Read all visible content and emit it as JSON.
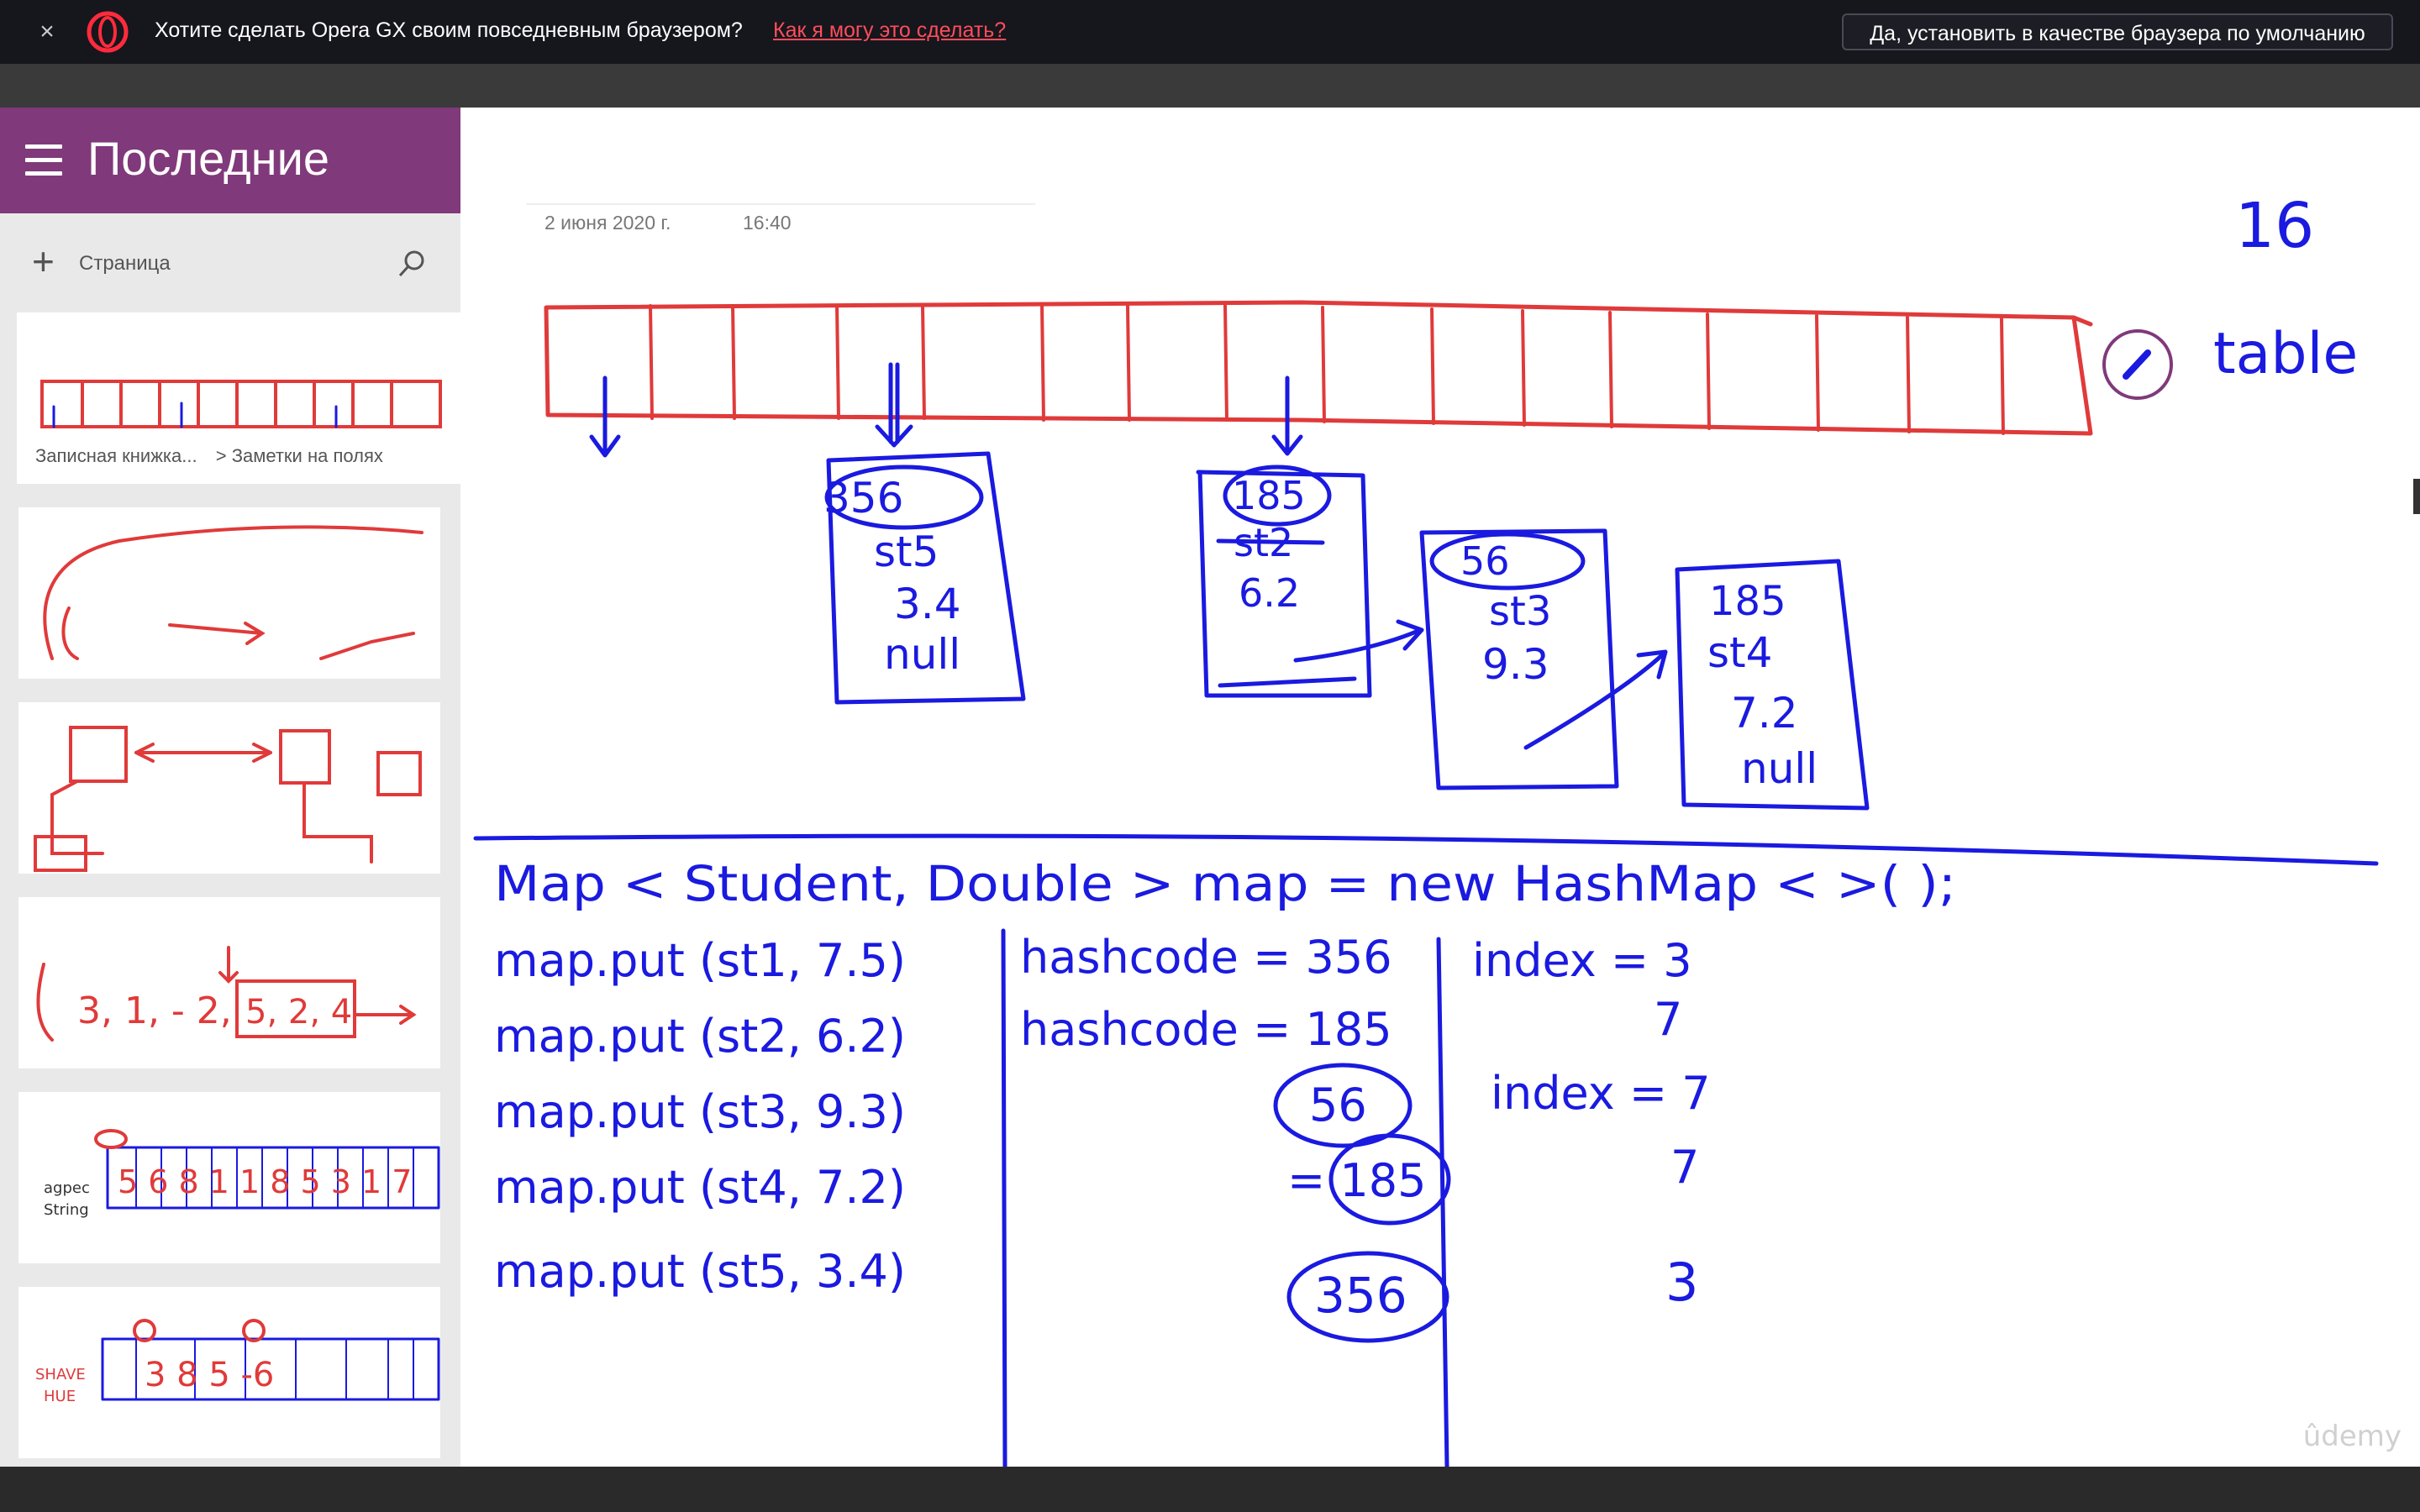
{
  "opera": {
    "close_label": "×",
    "message": "Хотите сделать Opera GX своим повседневным браузером?",
    "link": "Как я могу это сделать?",
    "button": "Да, установить в качестве браузера по умолчанию"
  },
  "sidebar": {
    "title": "Последние",
    "add_label": "Страница",
    "active_page": {
      "notebook": "Записная книжка...",
      "section": "> Заметки на полях"
    }
  },
  "note": {
    "date": "2 июня 2020 г.",
    "time": "16:40",
    "watermark": "ûdemy"
  },
  "handwriting": {
    "size_label": "16",
    "table_label": "table",
    "declaration": "Map < Student, Double > map = new HashMap < >( );",
    "puts": [
      "map.put (st1, 7.5)",
      "map.put (st2, 6.2)",
      "map.put (st3, 9.3)",
      "map.put (st4, 7.2)",
      "map.put (st5, 3.4)"
    ],
    "hashcodes": [
      "hashcode = 356",
      "hashcode = 185",
      "56",
      "= 185",
      "356"
    ],
    "indices": [
      "index = 3",
      "7",
      "index = 7",
      "7",
      "3"
    ],
    "node_a": [
      "356",
      "st5",
      "3.4",
      "null"
    ],
    "node_b": [
      "185",
      "st2",
      "6.2"
    ],
    "node_c": [
      "56",
      "st3",
      "9.3"
    ],
    "node_d": [
      "185",
      "st4",
      "7.2",
      "null"
    ]
  },
  "colors": {
    "opera_bg": "#16161d",
    "opera_accent": "#ff4d5a",
    "onenote_purple": "#80397b",
    "ink_blue": "#1a1ae0",
    "ink_red": "#e03a3a"
  }
}
